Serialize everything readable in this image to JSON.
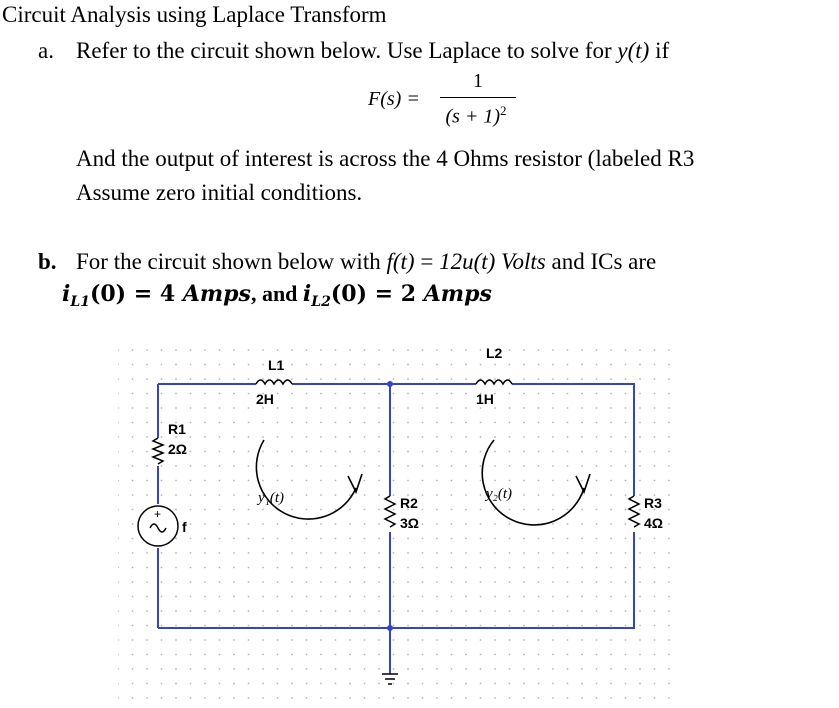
{
  "title": "Circuit Analysis using Laplace Transform",
  "part_a": {
    "marker": "a.",
    "line1_pre": "Refer to the circuit shown below. Use Laplace to solve for ",
    "line1_var": "y(t)",
    "line1_post": " if",
    "eq_lhs": "F(s) =",
    "eq_num": "1",
    "eq_den": "(s + 1)",
    "eq_exp": "2",
    "line2": "And the output of interest is across the 4 Ohms resistor (labeled R3",
    "line3": "Assume zero initial conditions."
  },
  "part_b": {
    "marker": "b.",
    "line1_pre": "For the circuit shown below with ",
    "line1_f": "f(t)",
    "line1_eq": " = ",
    "line1_val": "12u(t) Volts",
    "line1_post": " and ICs are",
    "ic1_i": "i",
    "ic1_sub": "L1",
    "ic1_rest": "(0) = 4 ",
    "ic1_unit": "Amps",
    "ic_and": ", and ",
    "ic2_i": "i",
    "ic2_sub": "L2",
    "ic2_rest": "(0) = 2 ",
    "ic2_unit": "Amps"
  },
  "circuit": {
    "L1_name": "L1",
    "L1_value": "2H",
    "L2_name": "L2",
    "L2_value": "1H",
    "R1_name": "R1",
    "R1_value": "2Ω",
    "R2_name": "R2",
    "R2_value": "3Ω",
    "R3_name": "R3",
    "R3_value": "4Ω",
    "source_label": "f",
    "source_plus": "+",
    "mesh1_label": "y₁(t)",
    "mesh2_label": "y₂(t)",
    "wire_color": "#3344cc"
  }
}
